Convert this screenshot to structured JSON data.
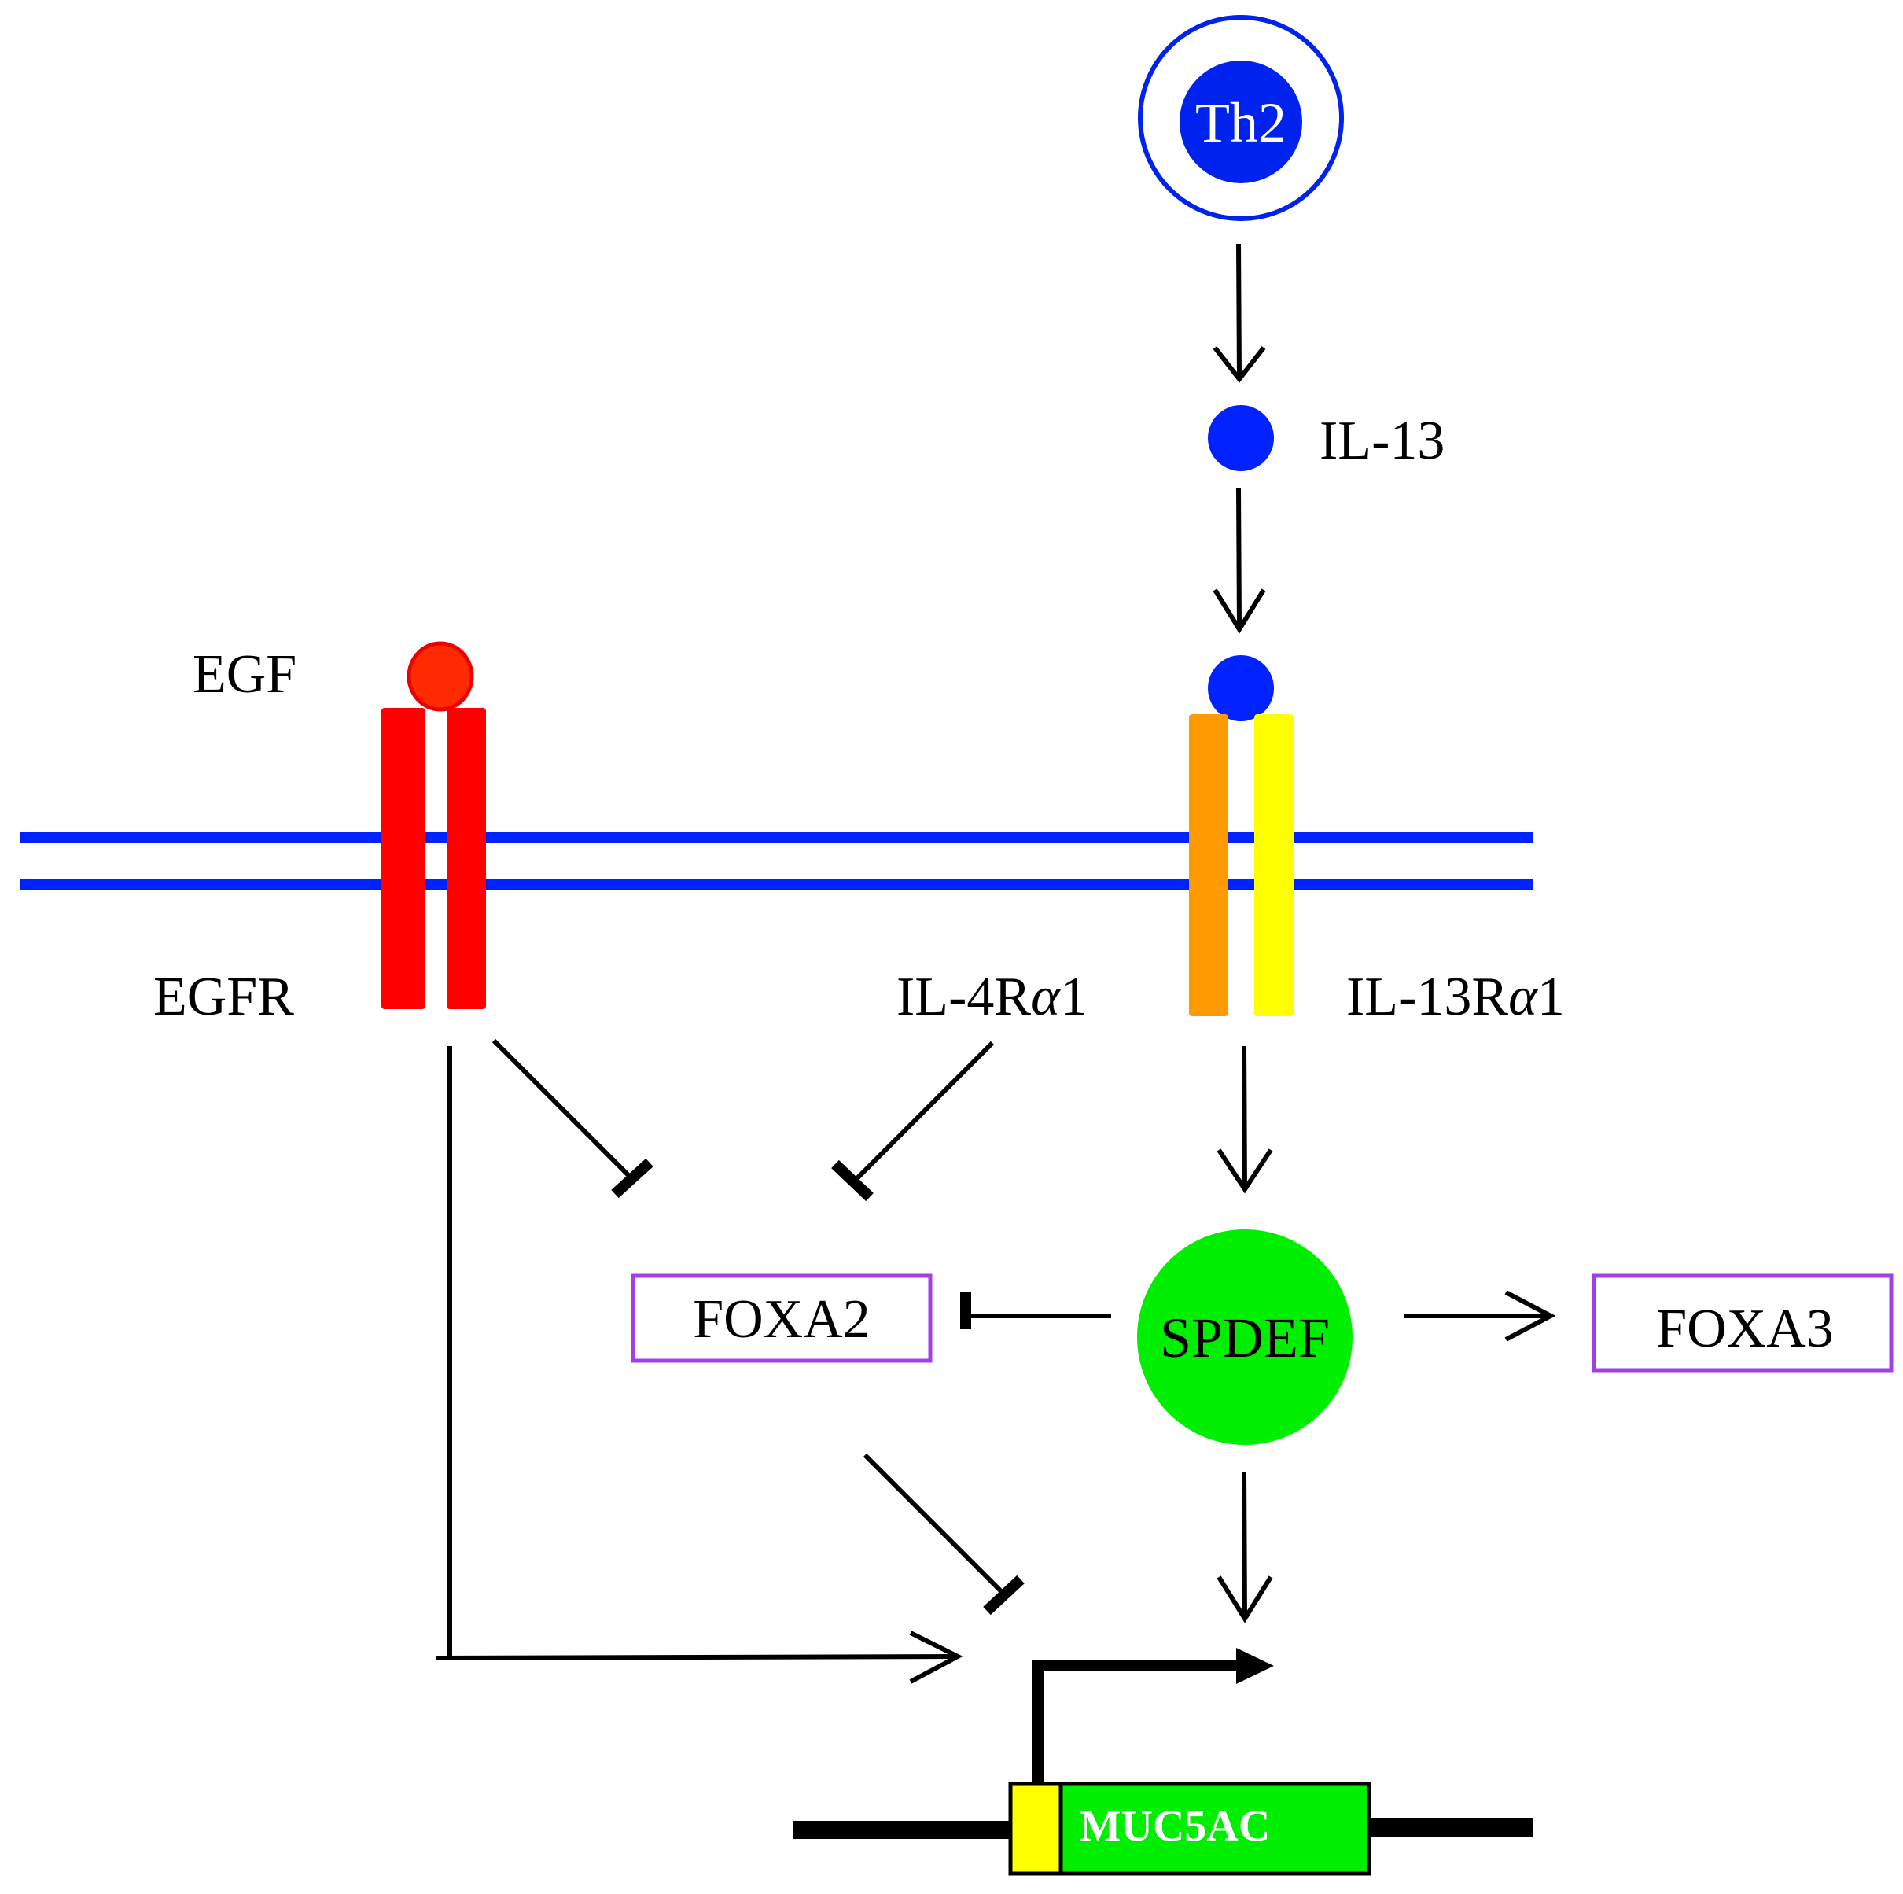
{
  "labels": {
    "th2": "Th2",
    "il13": "IL-13",
    "egf": "EGF",
    "egfr": "EGFR",
    "il4ra1_prefix": "IL-4R",
    "il4ra1_greek": "α",
    "il4ra1_suffix": "1",
    "il13ra1_prefix": "IL-13R",
    "il13ra1_greek": "α",
    "il13ra1_suffix": "1",
    "foxa2": "FOXA2",
    "spdef": "SPDEF",
    "foxa3": "FOXA3",
    "muc5ac": "MUC5AC"
  },
  "colors": {
    "th2_blue": "#0022ee",
    "membrane_blue": "#0022ff",
    "egfr_red": "#ff0000",
    "egf_red": "#ff2a00",
    "il4r_orange": "#ff9900",
    "il13r_yellow": "#ffff00",
    "spdef_green": "#00ee00",
    "box_purple": "#a040e8",
    "gene_green": "#00ee00",
    "promoter_yellow": "#ffff00"
  }
}
